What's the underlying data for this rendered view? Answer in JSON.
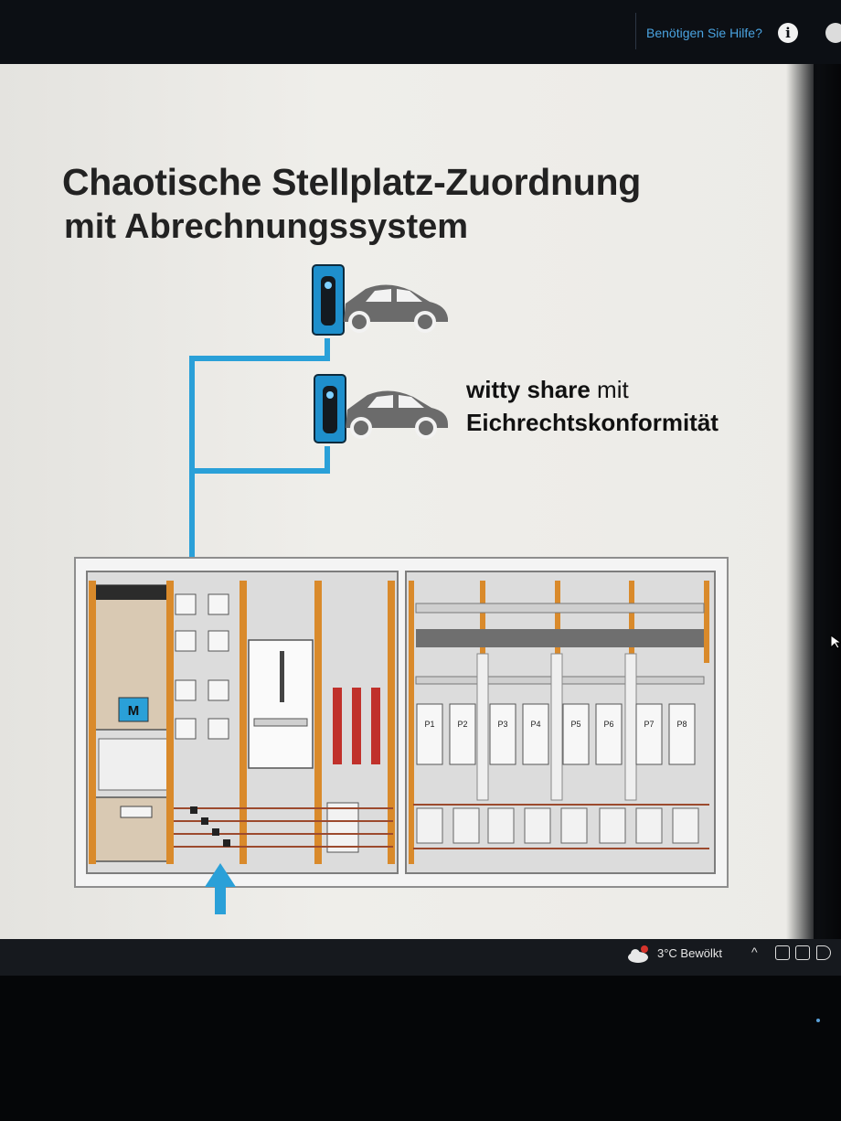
{
  "window": {
    "help_text": "Benötigen Sie Hilfe?",
    "info_icon": "i"
  },
  "slide": {
    "title": "Chaotische Stellplatz-Zuordnung",
    "subtitle": "mit Abrechnungssystem",
    "caption_bold": "witty share",
    "caption_rest": " mit",
    "caption_line2": "Eichrechtskonformität",
    "cabinet": {
      "meter_label": "M",
      "fuse_labels": [
        "P1",
        "P2",
        "P3",
        "P4",
        "P5",
        "P6",
        "P7",
        "P8"
      ]
    },
    "colors": {
      "accent": "#2aa0d8",
      "car": "#6b6b6b",
      "fuse_red": "#c0312b"
    }
  },
  "taskbar": {
    "weather": "3°C  Bewölkt"
  }
}
